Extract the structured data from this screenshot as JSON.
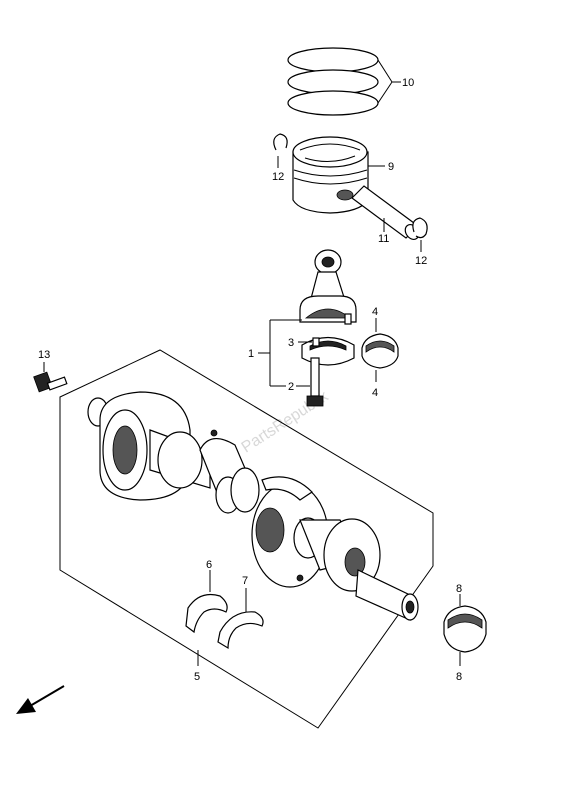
{
  "watermark": "PartsRepublik",
  "callouts": {
    "c1": "1",
    "c2": "2",
    "c3": "3",
    "c4a": "4",
    "c4b": "4",
    "c5": "5",
    "c6": "6",
    "c7": "7",
    "c8a": "8",
    "c8b": "8",
    "c9": "9",
    "c10": "10",
    "c11": "11",
    "c12a": "12",
    "c12b": "12",
    "c13": "13"
  },
  "icons": {
    "direction": "front-arrow-icon"
  }
}
